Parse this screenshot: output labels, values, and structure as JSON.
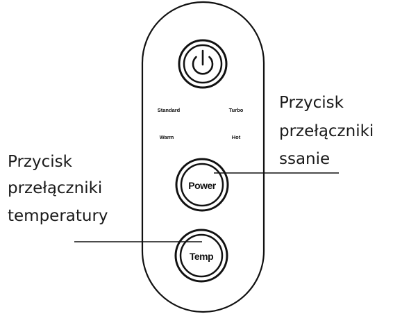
{
  "remote": {
    "indicators": {
      "standard": "Standard",
      "turbo": "Turbo",
      "warm": "Warm",
      "hot": "Hot"
    },
    "buttons": {
      "power_label": "Power",
      "temp_label": "Temp"
    }
  },
  "callouts": {
    "suction": {
      "line1": "Przycisk",
      "line2": "przełączniki",
      "line3": "ssanie"
    },
    "temperature": {
      "line1": "Przycisk",
      "line2": "przełączniki",
      "line3": "temperatury"
    }
  }
}
